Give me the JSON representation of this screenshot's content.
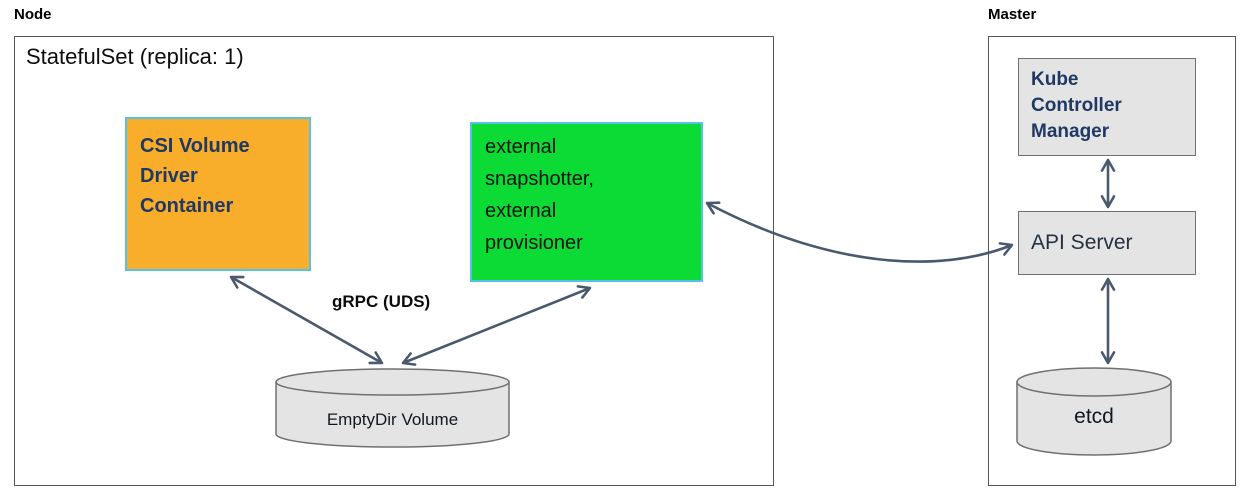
{
  "node": {
    "title": "Node",
    "statefulset_label": "StatefulSet (replica: 1)",
    "csi_driver_label": "CSI Volume\nDriver\nContainer",
    "sidecar_label": "external\nsnapshotter,\nexternal\nprovisioner",
    "grpc_label": "gRPC (UDS)",
    "emptydir_label": "EmptyDir Volume"
  },
  "master": {
    "title": "Master",
    "kcm_label": "Kube\nController\nManager",
    "api_server_label": "API Server",
    "etcd_label": "etcd"
  },
  "colors": {
    "orange": "#F9AE2B",
    "green": "#0BDB34",
    "box-blue-border": "#56C1E8",
    "gray": "#E4E4E4",
    "gray-border": "#707070",
    "outer-border": "#555555",
    "arrow": "#4A5A6E",
    "navy": "#1F3864"
  }
}
